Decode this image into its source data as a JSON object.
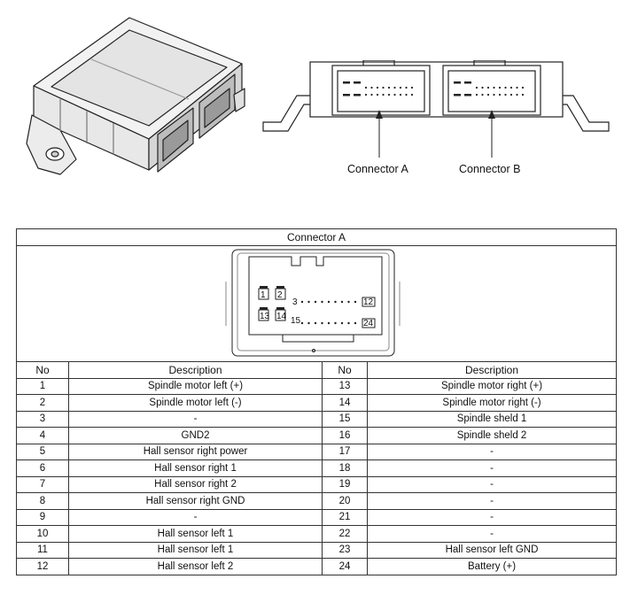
{
  "callouts": {
    "connector_a": "Connector A",
    "connector_b": "Connector B"
  },
  "table": {
    "title": "Connector A",
    "headers": [
      "No",
      "Description",
      "No",
      "Description"
    ],
    "pin_labels": {
      "p1": "1",
      "p2": "2",
      "p3": "3",
      "p12": "12",
      "p13": "13",
      "p14": "14",
      "p15": "15",
      "p24": "24"
    },
    "rows": [
      {
        "no_a": "1",
        "desc_a": "Spindle motor left (+)",
        "no_b": "13",
        "desc_b": "Spindle motor right (+)"
      },
      {
        "no_a": "2",
        "desc_a": "Spindle motor left (-)",
        "no_b": "14",
        "desc_b": "Spindle motor right (-)"
      },
      {
        "no_a": "3",
        "desc_a": "-",
        "no_b": "15",
        "desc_b": "Spindle sheld 1"
      },
      {
        "no_a": "4",
        "desc_a": "GND2",
        "no_b": "16",
        "desc_b": "Spindle sheld 2"
      },
      {
        "no_a": "5",
        "desc_a": "Hall sensor right power",
        "no_b": "17",
        "desc_b": "-"
      },
      {
        "no_a": "6",
        "desc_a": "Hall sensor right 1",
        "no_b": "18",
        "desc_b": "-"
      },
      {
        "no_a": "7",
        "desc_a": "Hall sensor right 2",
        "no_b": "19",
        "desc_b": "-"
      },
      {
        "no_a": "8",
        "desc_a": "Hall sensor right GND",
        "no_b": "20",
        "desc_b": "-"
      },
      {
        "no_a": "9",
        "desc_a": "-",
        "no_b": "21",
        "desc_b": "-"
      },
      {
        "no_a": "10",
        "desc_a": "Hall sensor left 1",
        "no_b": "22",
        "desc_b": "-"
      },
      {
        "no_a": "11",
        "desc_a": "Hall sensor left 1",
        "no_b": "23",
        "desc_b": "Hall sensor left GND"
      },
      {
        "no_a": "12",
        "desc_a": "Hall sensor left 2",
        "no_b": "24",
        "desc_b": "Battery (+)"
      }
    ]
  }
}
